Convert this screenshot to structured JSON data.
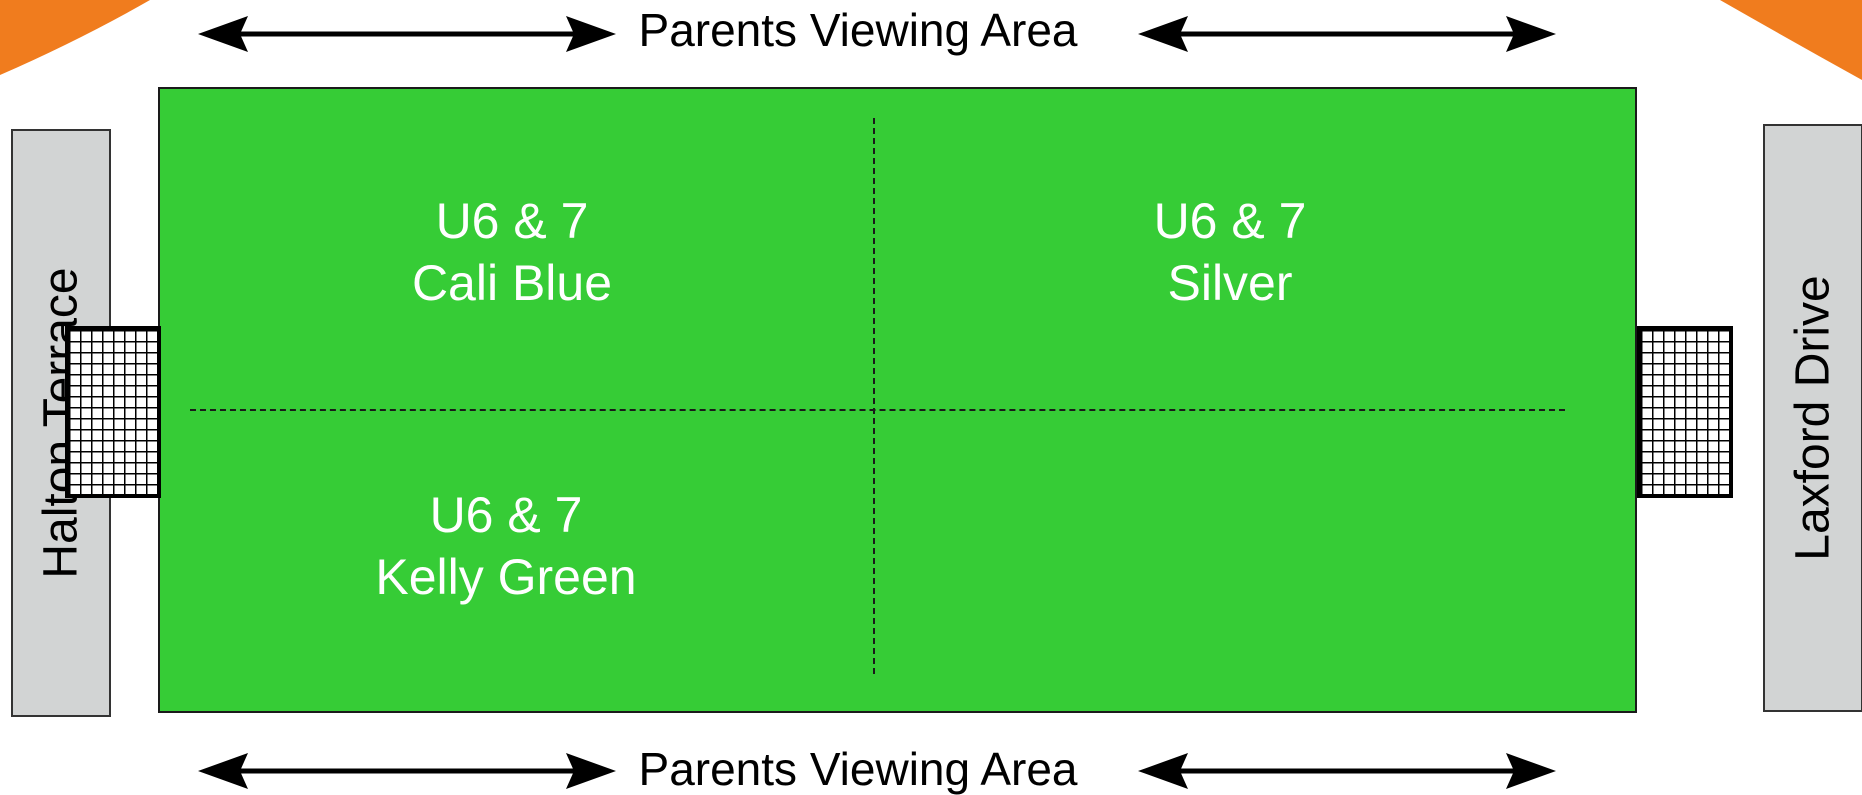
{
  "viewing_areas": {
    "top_label": "Parents Viewing Area",
    "bottom_label": "Parents Viewing Area"
  },
  "teams": [
    {
      "age": "U6 & 7",
      "name": "Cali Blue"
    },
    {
      "age": "U6 & 7",
      "name": "Silver"
    },
    {
      "age": "U6 & 7",
      "name": "Kelly Green"
    }
  ],
  "streets": {
    "left": "Halton Terrace",
    "right": "Laxford Drive"
  },
  "colors": {
    "field": "#36cc36",
    "street": "#d2d4d4",
    "accent": "#f07c1e"
  }
}
